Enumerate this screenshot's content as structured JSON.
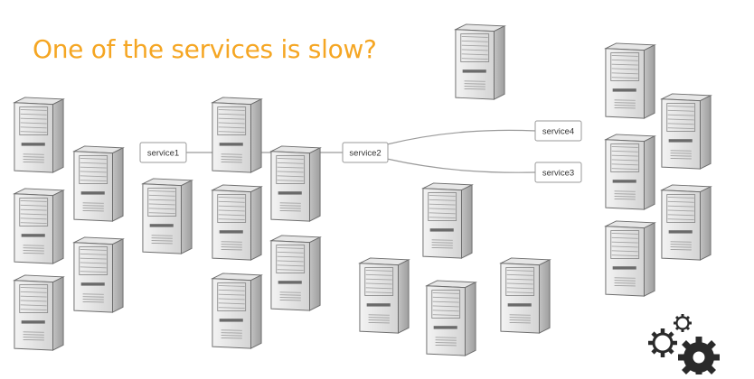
{
  "title": "One of the services is slow?",
  "services": [
    {
      "id": "service1",
      "label": "service1"
    },
    {
      "id": "service2",
      "label": "service2"
    },
    {
      "id": "service4",
      "label": "service4"
    },
    {
      "id": "service3",
      "label": "service3"
    }
  ],
  "edges": [
    {
      "from": "service1",
      "to": "service2"
    },
    {
      "from": "service2",
      "to": "service4"
    },
    {
      "from": "service2",
      "to": "service3"
    }
  ],
  "icons": {
    "server": "server-icon",
    "gears": "gears-icon"
  },
  "colors": {
    "title": "#f5a623",
    "server_light": "#ebebeb",
    "server_dark": "#b9b9b9",
    "server_outline": "#6e6e6e",
    "box_border": "#9a9a9a",
    "edge": "#9b9b9b",
    "gears": "#2a2a2a"
  }
}
